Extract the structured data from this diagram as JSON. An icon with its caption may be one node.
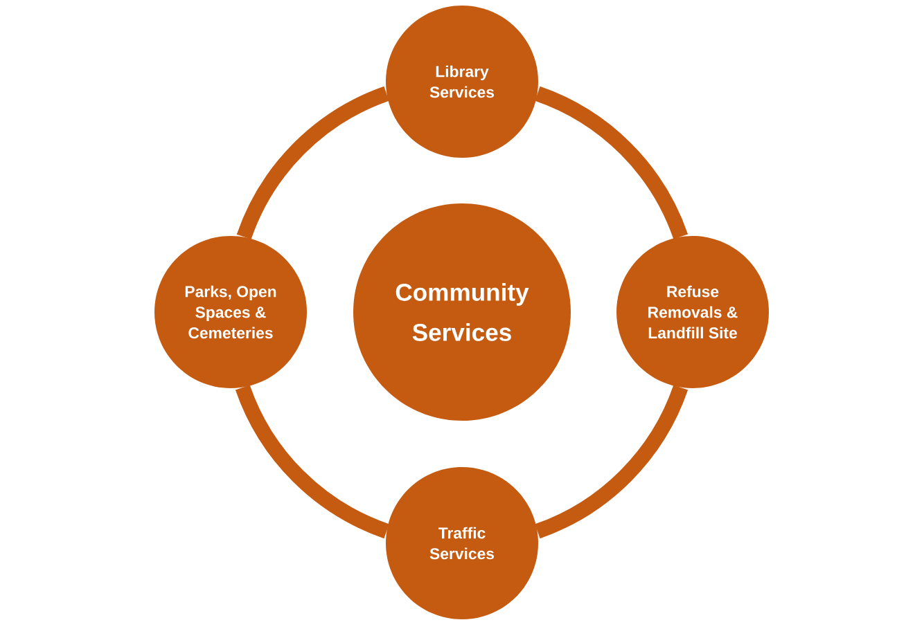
{
  "diagram": {
    "nodes": [
      {
        "text": [
          "Library Services"
        ]
      },
      {
        "text": [
          "Parks, Open Spaces & Cemeteries"
        ]
      },
      {
        "text": [
          "Community Services"
        ]
      },
      {
        "text": [
          "Refuse Removals & Landfill Site"
        ]
      },
      {
        "text": [
          "Traffic Services"
        ]
      }
    ],
    "edges": [
      {
        "from": 0,
        "to": 3,
        "arrow": "none"
      },
      {
        "from": 3,
        "to": 4,
        "arrow": "none"
      },
      {
        "from": 4,
        "to": 1,
        "arrow": "none"
      },
      {
        "from": 1,
        "to": 0,
        "arrow": "none"
      }
    ]
  }
}
